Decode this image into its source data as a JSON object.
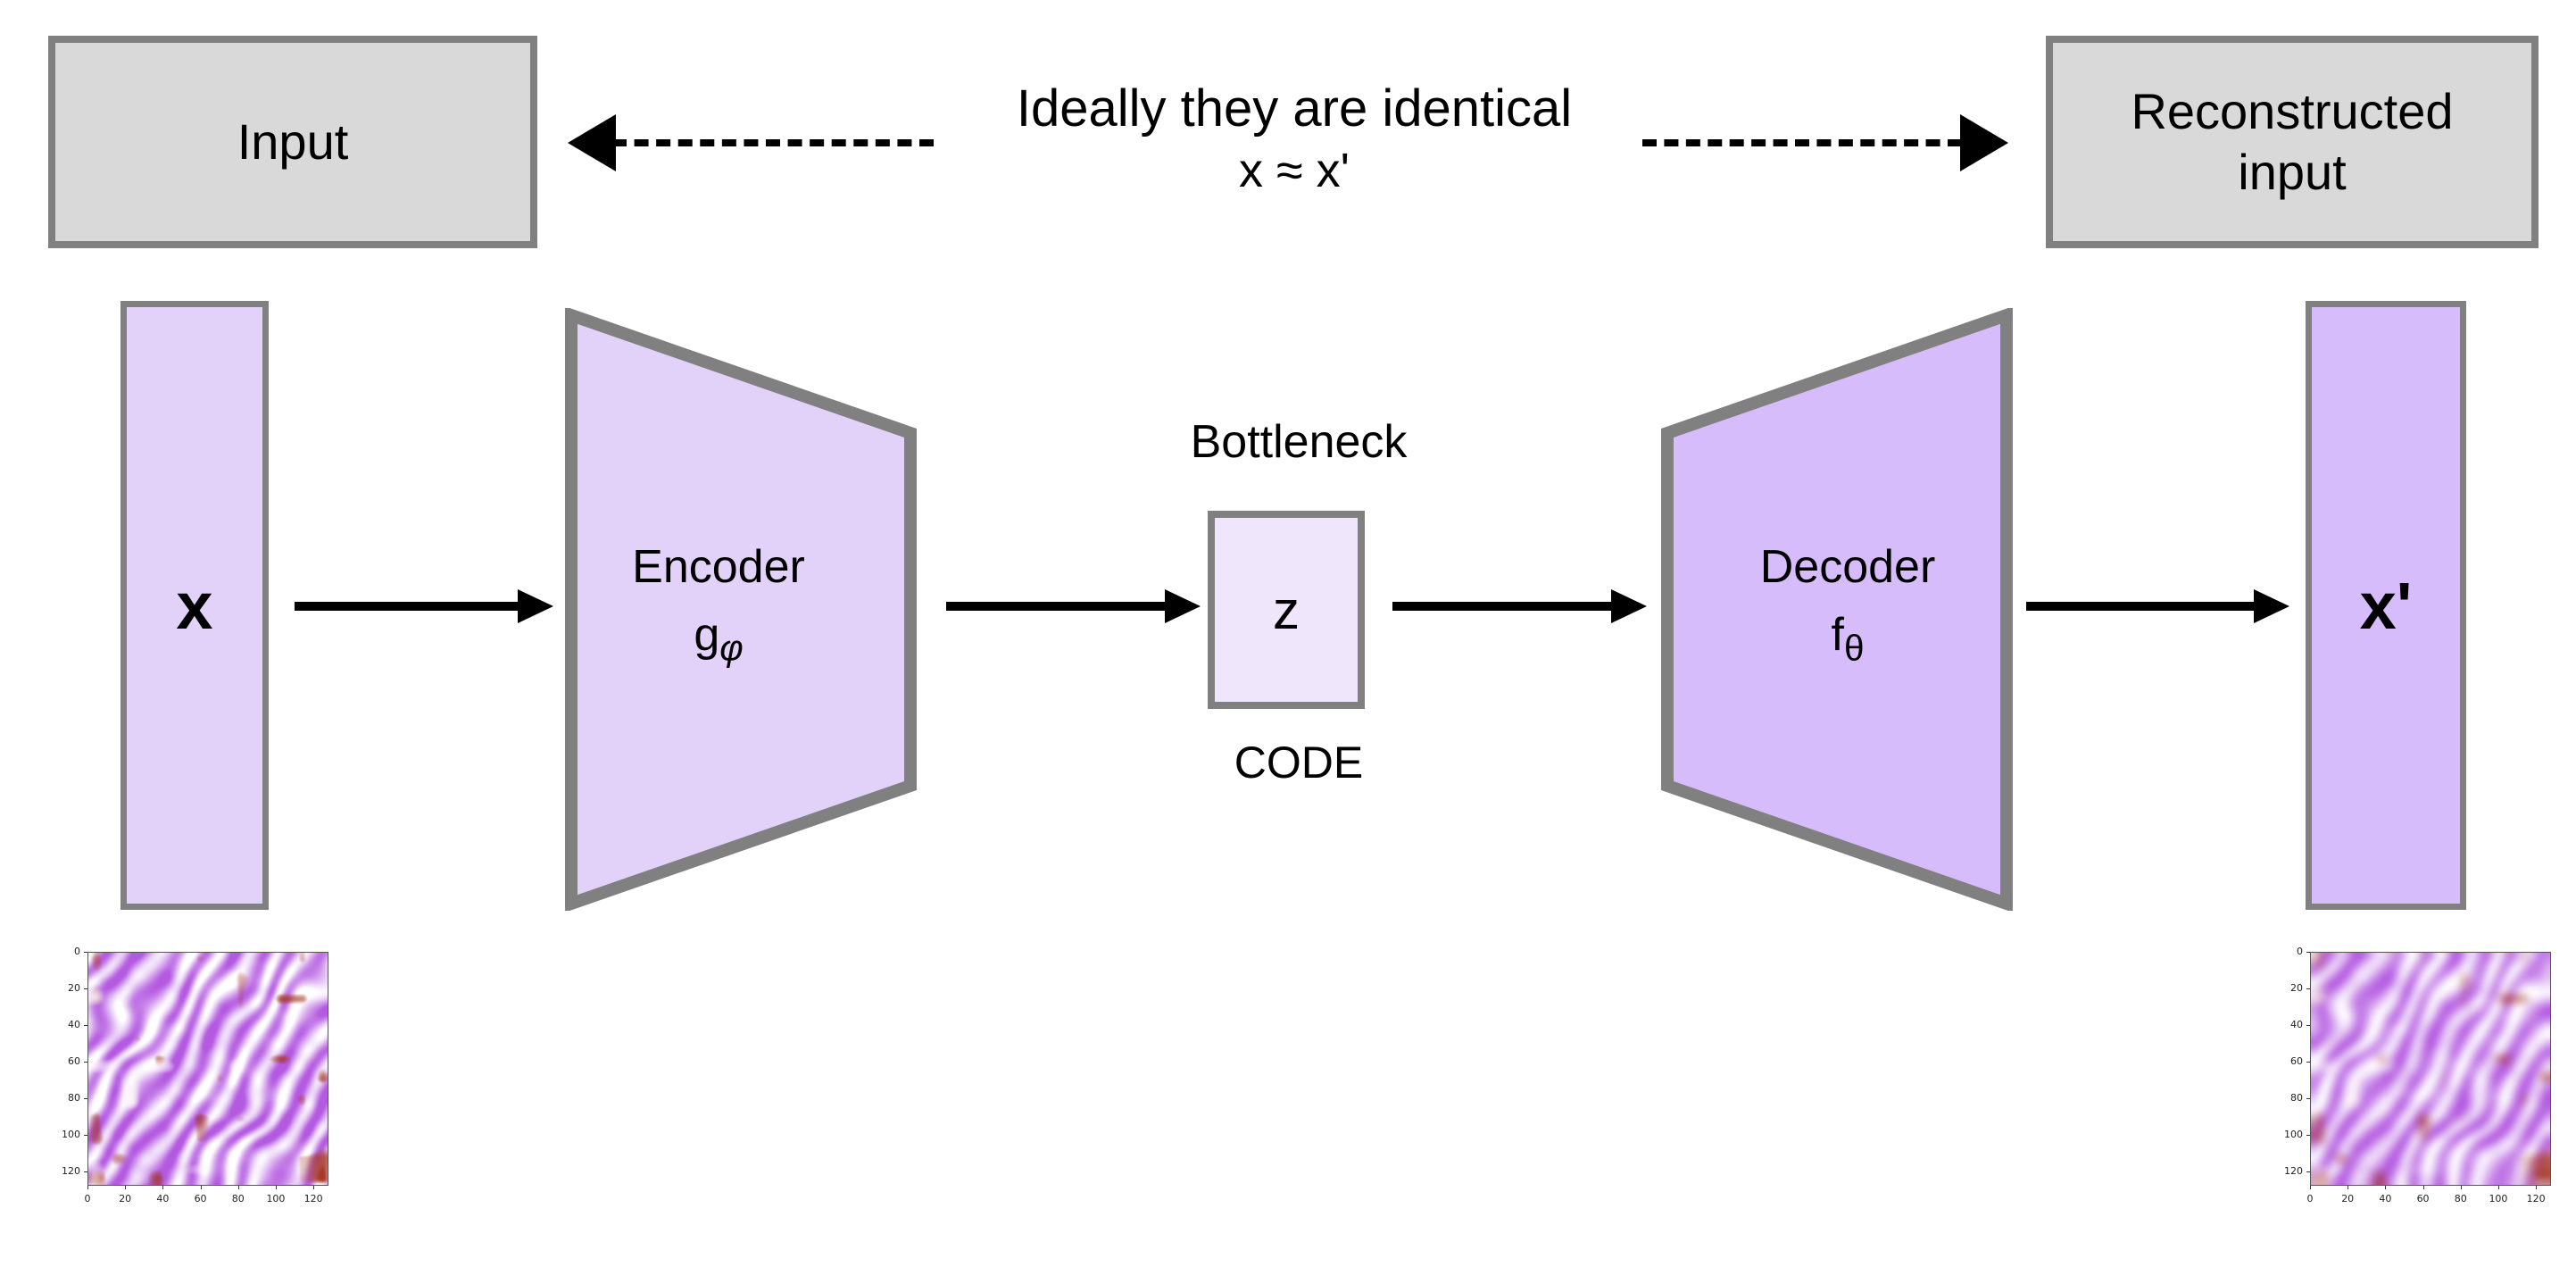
{
  "diagram": {
    "title_boxes": {
      "input_label": "Input",
      "reconstructed_label": "Reconstructed\ninput",
      "reconstructed_line1": "Reconstructed",
      "reconstructed_line2": "input"
    },
    "identity_note": {
      "line1": "Ideally they are identical",
      "line2": "x ≈ x'"
    },
    "bars": {
      "input_symbol": "x",
      "output_symbol": "x'"
    },
    "encoder": {
      "name": "Encoder",
      "function_base": "g",
      "function_subscript": "φ",
      "fill_color": "#e2d1f9",
      "stroke_color": "#808080"
    },
    "decoder": {
      "name": "Decoder",
      "function_base": "f",
      "function_subscript": "θ",
      "fill_color": "#d6bcfa",
      "stroke_color": "#808080"
    },
    "bottleneck": {
      "title": "Bottleneck",
      "code_symbol": "z",
      "caption": "CODE",
      "fill_color": "#f0e6fb"
    },
    "icons": {
      "dashed_arrow_left": "arrow-left-dashed-icon",
      "dashed_arrow_right": "arrow-right-dashed-icon",
      "flow_arrow": "arrow-right-icon"
    },
    "colors": {
      "box_fill": "#d9d9d9",
      "box_border": "#808080",
      "arrow": "#000000",
      "background": "#ffffff"
    }
  },
  "chart_data": [
    {
      "type": "heatmap",
      "name": "input-histology-patch",
      "title": "",
      "xlabel": "",
      "ylabel": "",
      "xticks": [
        0,
        20,
        40,
        60,
        80,
        100,
        120
      ],
      "yticks": [
        0,
        20,
        40,
        60,
        80,
        100,
        120
      ],
      "xlim": [
        0,
        128
      ],
      "ylim": [
        128,
        0
      ],
      "grid": false,
      "legend": "none",
      "description": "H&E stained histology tissue patch, 128x128 pixels, sharp detail"
    },
    {
      "type": "heatmap",
      "name": "reconstructed-histology-patch",
      "title": "",
      "xlabel": "",
      "ylabel": "",
      "xticks": [
        0,
        20,
        40,
        60,
        80,
        100,
        120
      ],
      "yticks": [
        0,
        20,
        40,
        60,
        80,
        100,
        120
      ],
      "xlim": [
        0,
        128
      ],
      "ylim": [
        128,
        0
      ],
      "grid": false,
      "legend": "none",
      "description": "H&E stained histology tissue patch reconstruction, 128x128 pixels, blurred"
    }
  ]
}
